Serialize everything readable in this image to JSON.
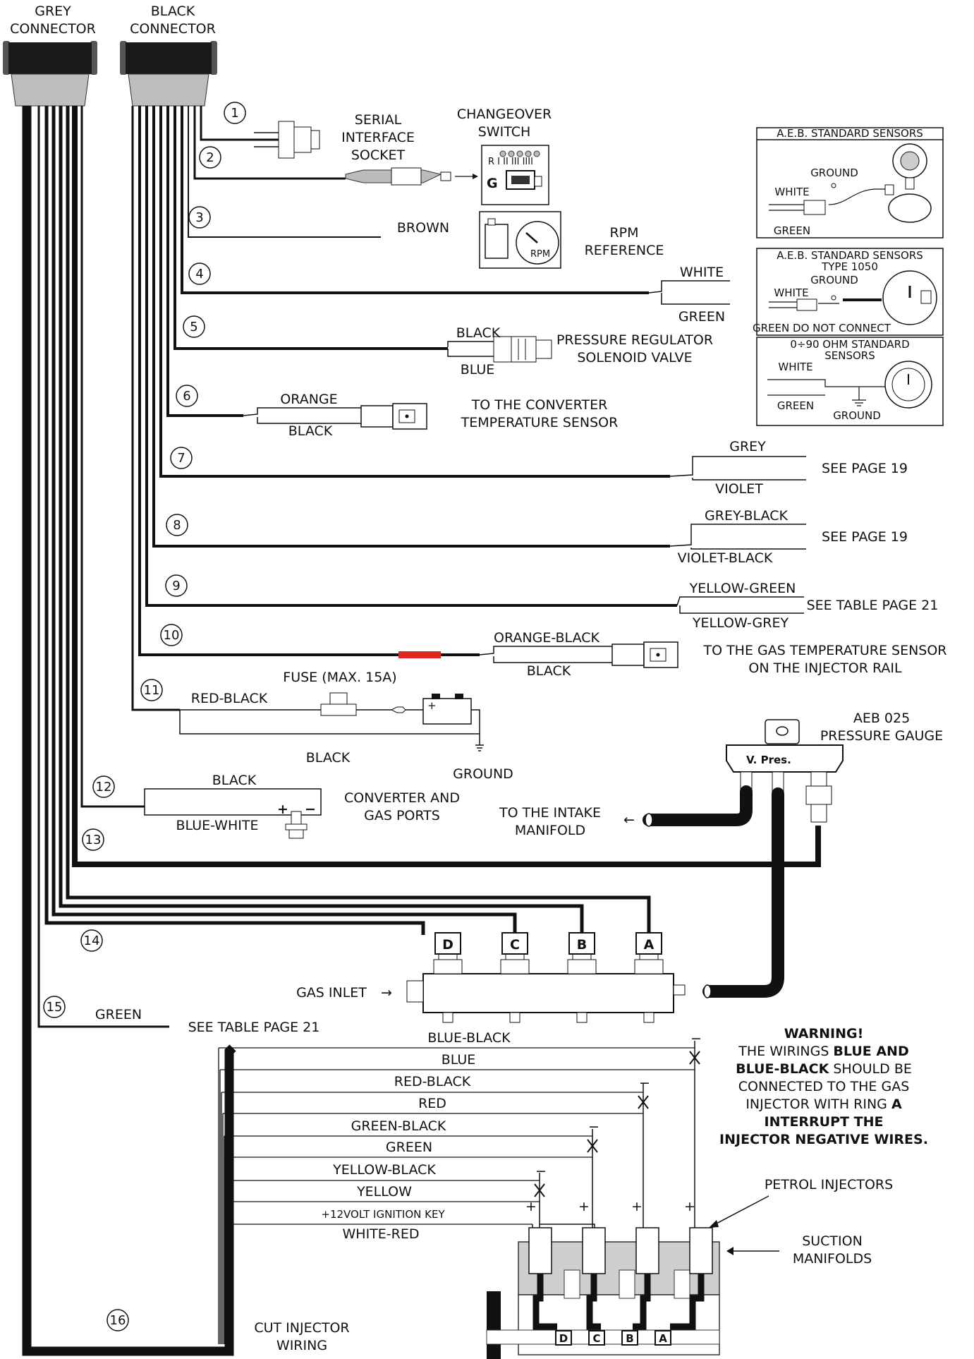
{
  "connectors": {
    "grey": [
      "GREY",
      "CONNECTOR"
    ],
    "black": [
      "BLACK",
      "CONNECTOR"
    ]
  },
  "numbers": [
    "1",
    "2",
    "3",
    "4",
    "5",
    "6",
    "7",
    "8",
    "9",
    "10",
    "11",
    "12",
    "13",
    "14",
    "15",
    "16"
  ],
  "components": {
    "serial_socket": [
      "SERIAL",
      "INTERFACE",
      "SOCKET"
    ],
    "changeover": [
      "CHANGEOVER",
      "SWITCH"
    ],
    "rpm": [
      "RPM",
      "REFERENCE"
    ],
    "pressure_reg": [
      "PRESSURE REGULATOR",
      "SOLENOID VALVE"
    ],
    "converter_temp": [
      "TO THE CONVERTER",
      "TEMPERATURE SENSOR"
    ],
    "gas_temp": [
      "TO THE GAS TEMPERATURE SENSOR",
      "ON THE INJECTOR RAIL"
    ],
    "fuse": "FUSE (MAX. 15A)",
    "ground": "GROUND",
    "converter_ports": [
      "CONVERTER AND",
      "GAS PORTS"
    ],
    "intake": [
      "TO THE INTAKE",
      "MANIFOLD"
    ],
    "gauge": [
      "AEB 025",
      "PRESSURE GAUGE"
    ],
    "gauge_label": "V.  Pres.",
    "gas_inlet": "GAS INLET",
    "injector_letters": [
      "D",
      "C",
      "B",
      "A"
    ],
    "petrol_injectors": "PETROL INJECTORS",
    "suction": [
      "SUCTION",
      "MANIFOLDS"
    ],
    "cut_wiring": [
      "CUT INJECTOR",
      "WIRING"
    ],
    "switch_letters": "R  I  II  III IIII",
    "switch_g": "G",
    "rpm_dial": "RPM"
  },
  "wires": {
    "brown": "BROWN",
    "white": "WHITE",
    "green": "GREEN",
    "black": "BLACK",
    "blue": "BLUE",
    "orange": "ORANGE",
    "grey": "GREY",
    "violet": "VIOLET",
    "grey_black": "GREY-BLACK",
    "violet_black": "VIOLET-BLACK",
    "yellow_green": "YELLOW-GREEN",
    "yellow_grey": "YELLOW-GREY",
    "orange_black": "ORANGE-BLACK",
    "red_black": "RED-BLACK",
    "blue_white": "BLUE-WHITE",
    "see_page_19": "SEE PAGE 19",
    "see_table_21": "SEE TABLE PAGE 21",
    "injector_wires": [
      "BLUE-BLACK",
      "BLUE",
      "RED-BLACK",
      "RED",
      "GREEN-BLACK",
      "GREEN",
      "YELLOW-BLACK",
      "YELLOW",
      "+12VOLT IGNITION KEY",
      "WHITE-RED"
    ]
  },
  "sensor_boxes": {
    "standard": {
      "title": "A.E.B. STANDARD SENSORS",
      "ground": "GROUND",
      "white": "WHITE",
      "green": "GREEN"
    },
    "type1050": {
      "title": "A.E.B. STANDARD SENSORS",
      "subtitle": "TYPE 1050",
      "ground": "GROUND",
      "white": "WHITE",
      "green_nc": "GREEN DO NOT CONNECT"
    },
    "ohm": {
      "title": "0÷90 OHM STANDARD",
      "subtitle": "SENSORS",
      "white": "WHITE",
      "green": "GREEN",
      "ground": "GROUND"
    }
  },
  "warning": {
    "title": "WARNING!",
    "l1_pre": "THE WIRINGS ",
    "l1_bold": "BLUE AND",
    "l2_bold": "BLUE-BLACK",
    "l2_post": " SHOULD BE",
    "l3": "CONNECTED TO THE GAS",
    "l4_pre": "INJECTOR WITH RING ",
    "l4_bold": "A",
    "l5": "INTERRUPT THE",
    "l6": "INJECTOR NEGATIVE WIRES."
  },
  "signs": {
    "plus": "+",
    "minus": "−",
    "arrow": "→",
    "arrow_left": "←"
  }
}
